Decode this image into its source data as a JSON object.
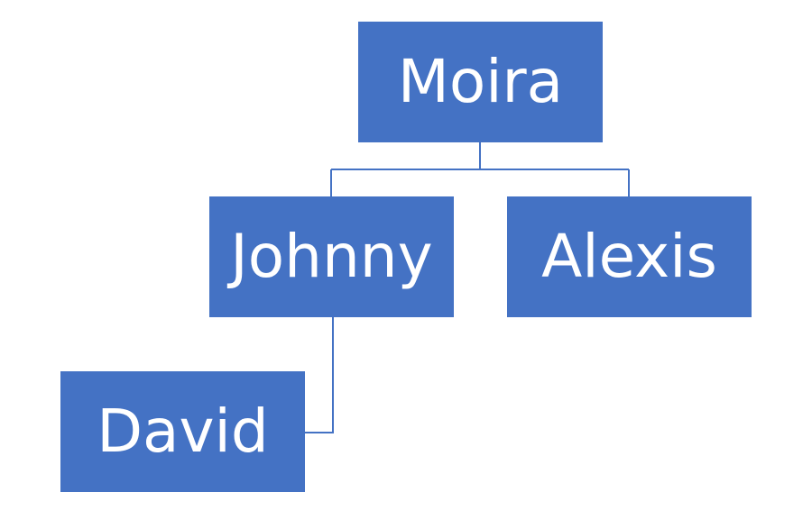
{
  "diagram": {
    "type": "organization-chart",
    "node_color": "#4472c4",
    "text_color": "#ffffff",
    "connector_color": "#4472c4",
    "nodes": [
      {
        "id": "moira",
        "label": "Moira"
      },
      {
        "id": "johnny",
        "label": "Johnny",
        "parent": "moira"
      },
      {
        "id": "alexis",
        "label": "Alexis",
        "parent": "moira"
      },
      {
        "id": "david",
        "label": "David",
        "parent": "johnny"
      }
    ]
  }
}
